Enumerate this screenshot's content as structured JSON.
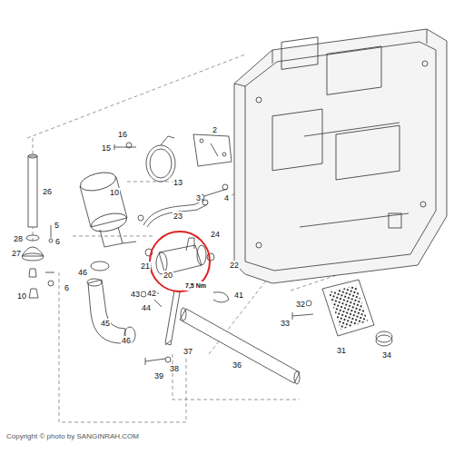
{
  "diagram": {
    "labels": [
      "2",
      "15",
      "16",
      "13",
      "3",
      "4",
      "26",
      "10",
      "23",
      "24",
      "5",
      "28",
      "6",
      "27",
      "21",
      "20",
      "22",
      "46",
      "6",
      "10",
      "7,5 Nm",
      "43",
      "42",
      "41",
      "32",
      "44",
      "33",
      "45",
      "46",
      "37",
      "31",
      "34",
      "36",
      "38",
      "39",
      "Copyright © photo by SANGINRAH.COM"
    ]
  }
}
